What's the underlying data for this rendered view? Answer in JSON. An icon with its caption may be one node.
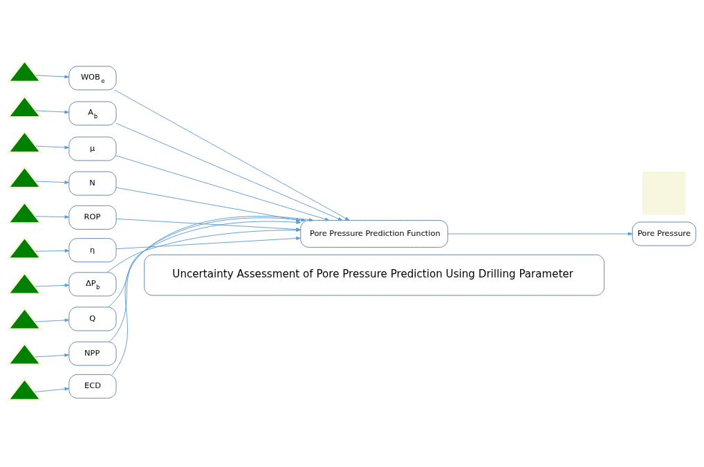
{
  "diagram": {
    "nodes": [
      {
        "text": [
          "Uncertainty Assessment of Pore Pressure Prediction Using Drilling Parameter"
        ]
      },
      {
        "text": [],
        "shape": "triangle"
      },
      {
        "text": [],
        "shape": "triangle"
      },
      {
        "text": [],
        "shape": "triangle"
      },
      {
        "text": [],
        "shape": "triangle"
      },
      {
        "text": [],
        "shape": "triangle"
      },
      {
        "text": [],
        "shape": "triangle"
      },
      {
        "text": [],
        "shape": "triangle"
      },
      {
        "text": [],
        "shape": "triangle"
      },
      {
        "text": [],
        "shape": "triangle"
      },
      {
        "text": [],
        "shape": "triangle"
      },
      {
        "text": [
          "WOB$_{e}$"
        ]
      },
      {
        "text": [
          "A$_{b}$"
        ]
      },
      {
        "text": [
          "μ"
        ]
      },
      {
        "text": [
          "N"
        ]
      },
      {
        "text": [
          "ROP"
        ]
      },
      {
        "text": [
          "η"
        ]
      },
      {
        "text": [
          "ΔP$_{b}$"
        ]
      },
      {
        "text": [
          "Q"
        ]
      },
      {
        "text": [
          "NPP"
        ]
      },
      {
        "text": [
          "ECD"
        ]
      },
      {
        "text": [
          "Pore Pressure Prediction Function"
        ]
      },
      {
        "text": [
          "Pore Pressure"
        ]
      },
      {
        "text": [],
        "shape": "box"
      }
    ],
    "edges": [
      {
        "from": 1,
        "to": 11,
        "arrow": "to"
      },
      {
        "from": 2,
        "to": 12,
        "arrow": "to"
      },
      {
        "from": 3,
        "to": 13,
        "arrow": "to"
      },
      {
        "from": 4,
        "to": 14,
        "arrow": "to"
      },
      {
        "from": 5,
        "to": 15,
        "arrow": "to"
      },
      {
        "from": 6,
        "to": 16,
        "arrow": "to"
      },
      {
        "from": 7,
        "to": 17,
        "arrow": "to"
      },
      {
        "from": 8,
        "to": 18,
        "arrow": "to"
      },
      {
        "from": 9,
        "to": 19,
        "arrow": "to"
      },
      {
        "from": 10,
        "to": 20,
        "arrow": "to"
      },
      {
        "from": 11,
        "to": 21,
        "arrow": "to"
      },
      {
        "from": 12,
        "to": 21,
        "arrow": "to"
      },
      {
        "from": 13,
        "to": 21,
        "arrow": "to"
      },
      {
        "from": 14,
        "to": 21,
        "arrow": "to"
      },
      {
        "from": 15,
        "to": 21,
        "arrow": "to"
      },
      {
        "from": 16,
        "to": 21,
        "arrow": "to"
      },
      {
        "from": 17,
        "to": 21,
        "arrow": "to"
      },
      {
        "from": 18,
        "to": 21,
        "arrow": "to"
      },
      {
        "from": 19,
        "to": 21,
        "arrow": "to"
      },
      {
        "from": 20,
        "to": 21,
        "arrow": "to"
      },
      {
        "from": 21,
        "to": 22,
        "arrow": "to"
      }
    ]
  }
}
